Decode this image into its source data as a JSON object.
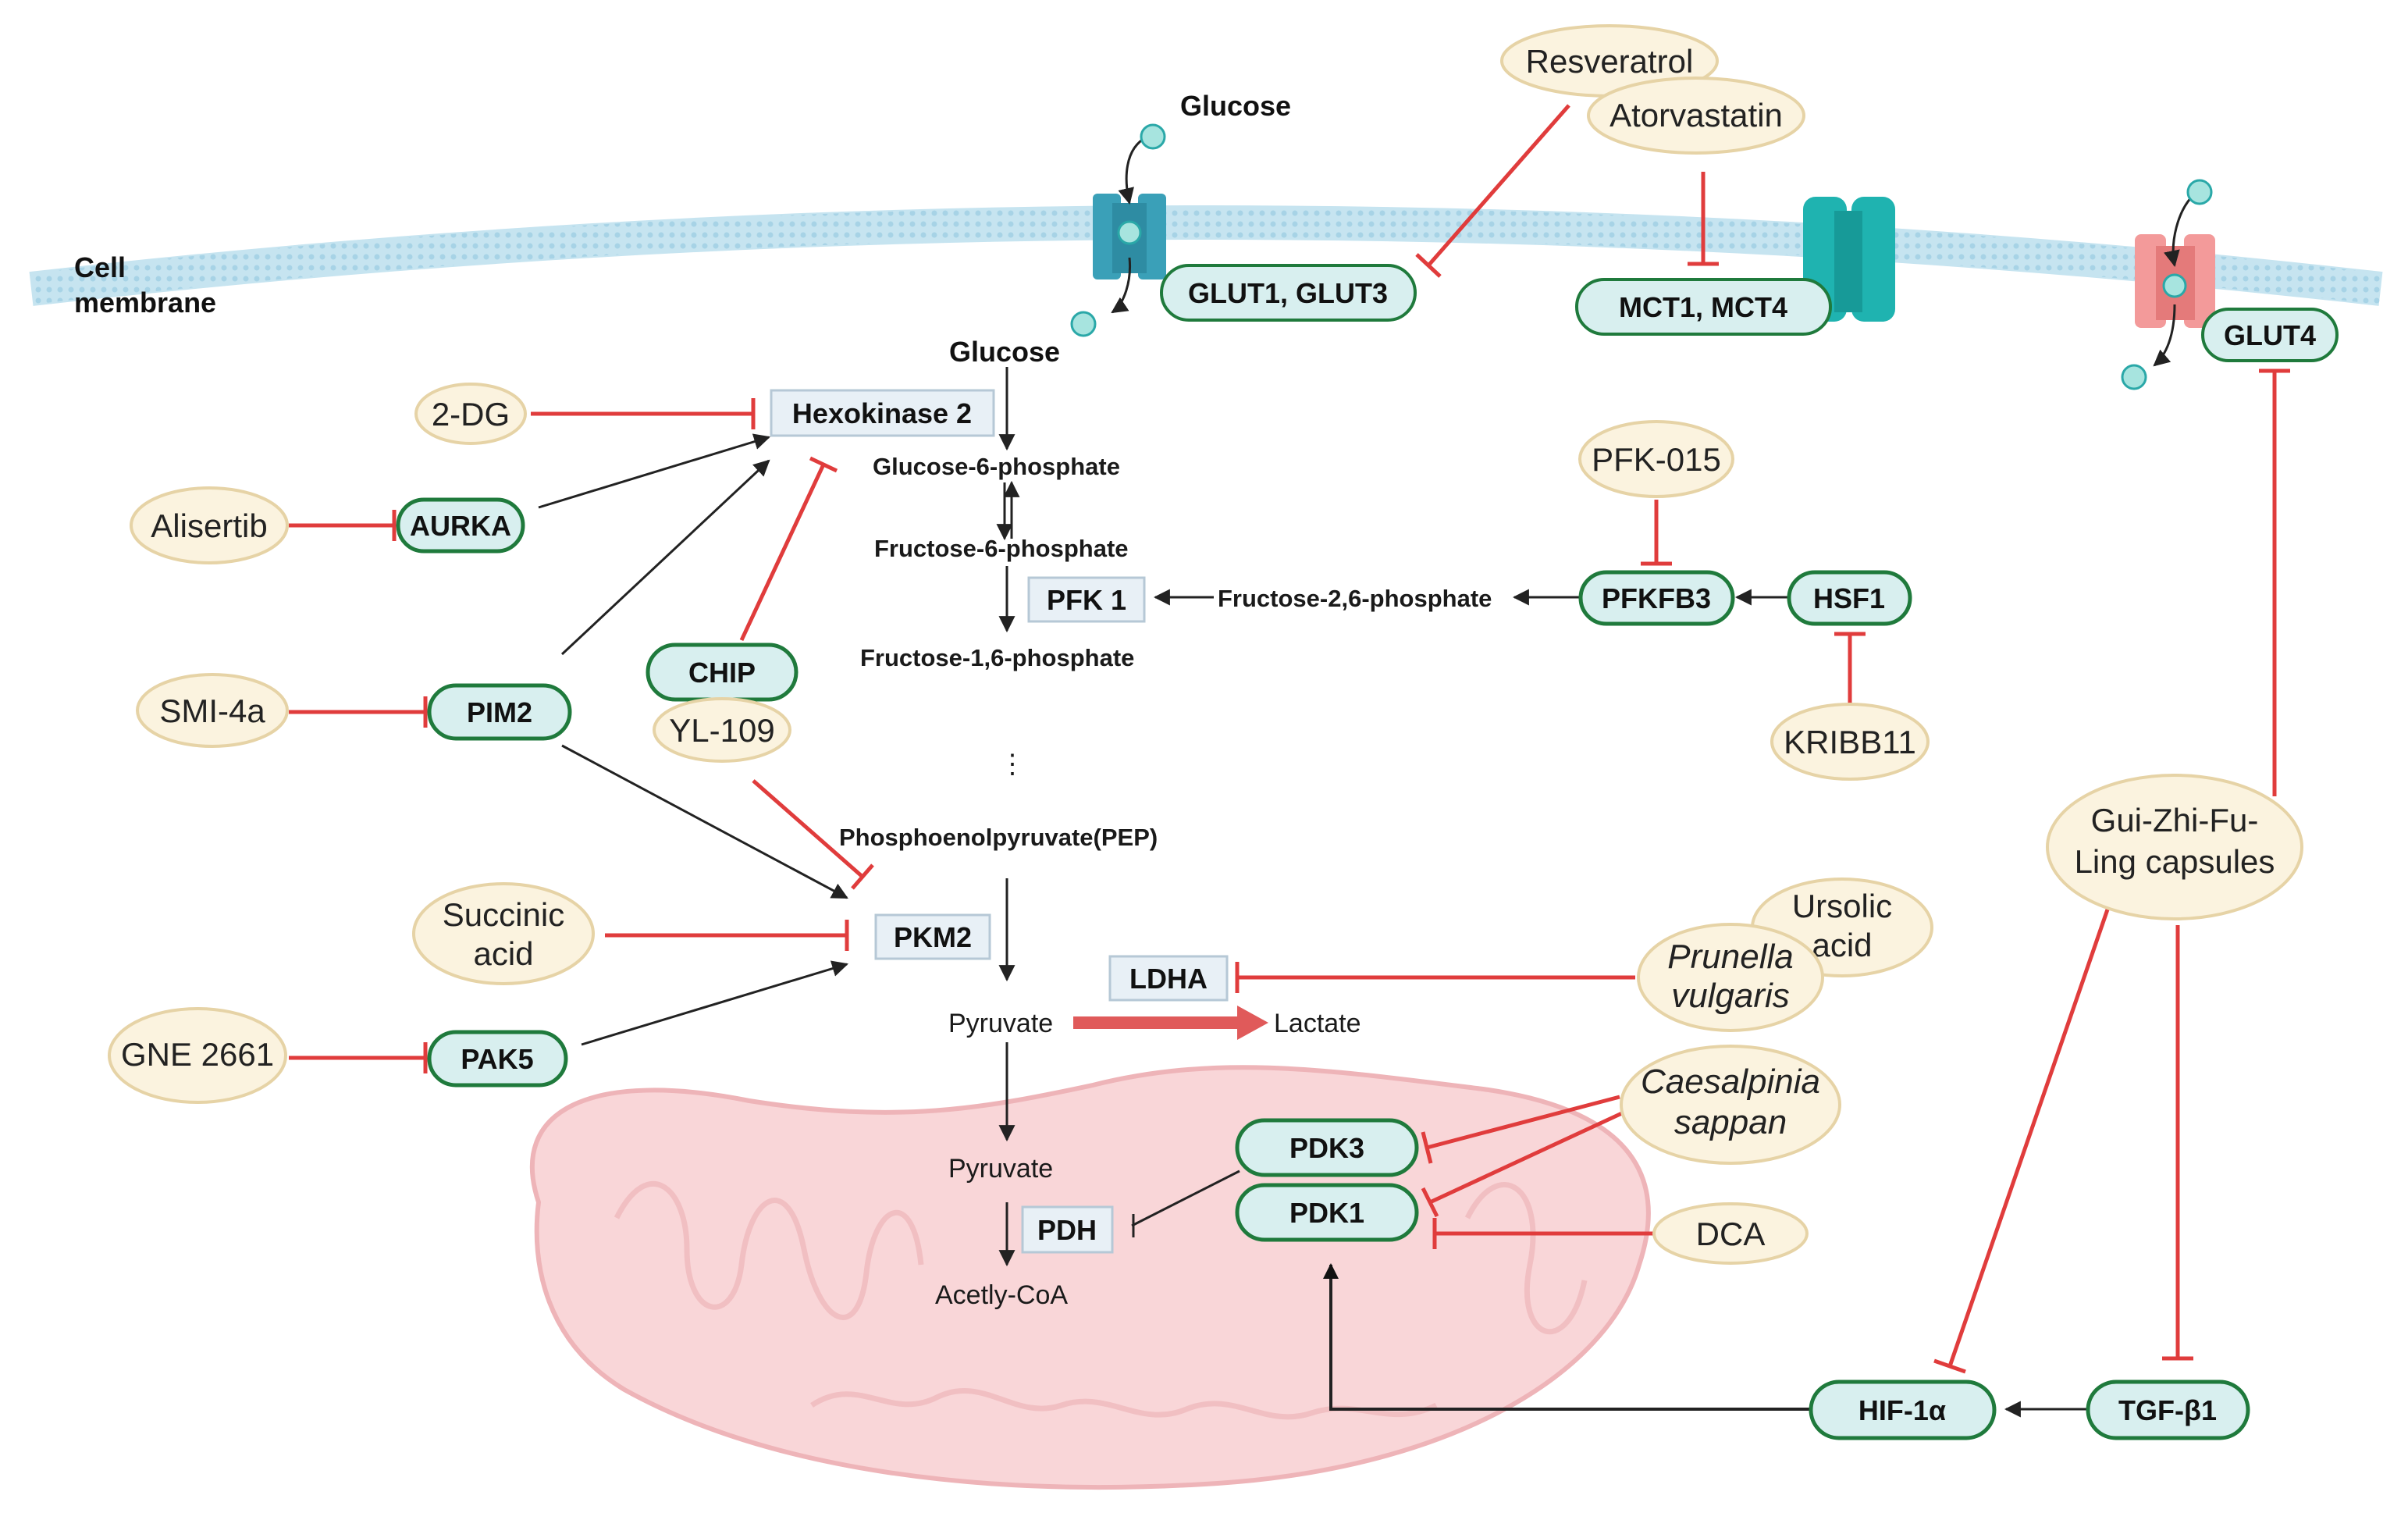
{
  "labels": {
    "cell_membrane_1": "Cell",
    "cell_membrane_2": "membrane",
    "glucose_outside": "Glucose",
    "glucose_inside": "Glucose"
  },
  "drugs": {
    "resveratrol": "Resveratrol",
    "atorvastatin": "Atorvastatin",
    "dg2": "2-DG",
    "alisertib": "Alisertib",
    "smi4a": "SMI-4a",
    "yl109": "YL-109",
    "succinic_1": "Succinic",
    "succinic_2": "acid",
    "gne2661": "GNE 2661",
    "pfk015": "PFK-015",
    "kribb11": "KRIBB11",
    "gzfl_1": "Gui-Zhi-Fu-",
    "gzfl_2": "Ling capsules",
    "ursolic_1": "Ursolic",
    "ursolic_2": "acid",
    "prunella_1": "Prunella",
    "prunella_2": "vulgaris",
    "caesalpinia_1": "Caesalpinia",
    "caesalpinia_2": "sappan",
    "dca": "DCA"
  },
  "proteins": {
    "glut13": "GLUT1, GLUT3",
    "mct": "MCT1, MCT4",
    "glut4": "GLUT4",
    "aurka": "AURKA",
    "pim2": "PIM2",
    "chip": "CHIP",
    "pak5": "PAK5",
    "pfkfb3": "PFKFB3",
    "hsf1": "HSF1",
    "pdk3": "PDK3",
    "pdk1": "PDK1",
    "hif1a": "HIF-1α",
    "tgfb1": "TGF-β1"
  },
  "enzymes": {
    "hk2": "Hexokinase 2",
    "pfk1": "PFK 1",
    "pkm2": "PKM2",
    "ldha": "LDHA",
    "pdh": "PDH"
  },
  "metabolites": {
    "g6p": "Glucose-6-phosphate",
    "f6p": "Fructose-6-phosphate",
    "f16bp": "Fructose-1,6-phosphate",
    "f26bp": "Fructose-2,6-phosphate",
    "dots": "⋮",
    "pep": "Phosphoenolpyruvate(PEP)",
    "pyruvate": "Pyruvate",
    "lactate": "Lactate",
    "pyruvate_mito": "Pyruvate",
    "acetyl_coa": "Acetly-CoA"
  },
  "colors": {
    "inhibit": "#e03c3c",
    "activate": "#222222",
    "drug_fill": "#fbf3df",
    "drug_stroke": "#e6d3a6",
    "protein_fill": "#d8efef",
    "protein_stroke": "#1f7a3c",
    "enzyme_fill": "#e8f0f6",
    "enzyme_stroke": "#b6c8d6",
    "mito_fill": "#f9d6d8",
    "mito_stroke": "#eeb4b8",
    "membrane": "#b9dcea",
    "transporter": "#2aa8a8",
    "glut4_transporter": "#f08080"
  }
}
